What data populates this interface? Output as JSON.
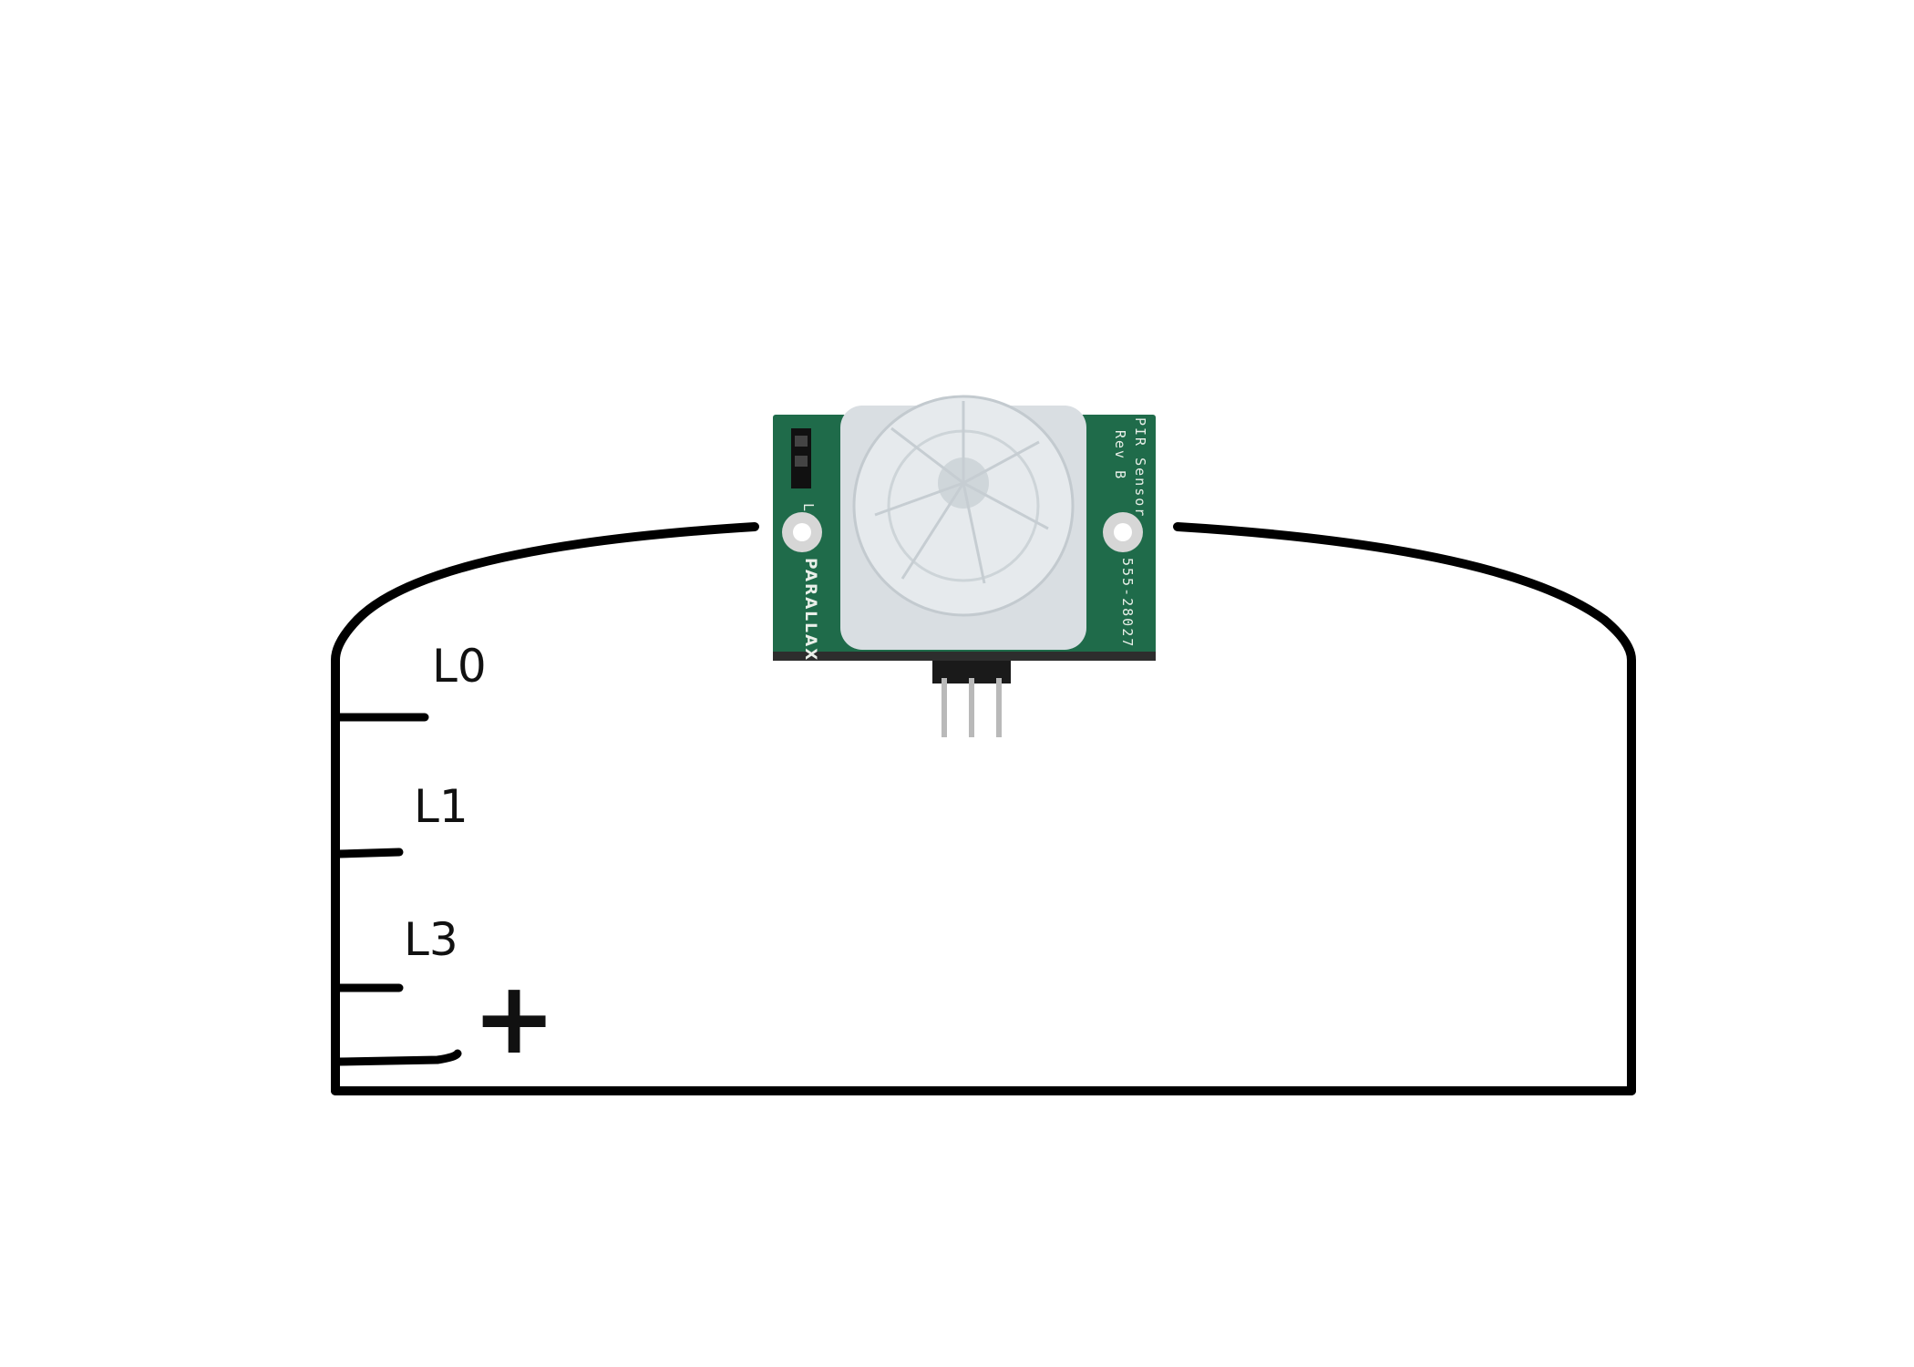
{
  "diagram": {
    "level_labels": [
      "L0",
      "L1",
      "L3"
    ],
    "plus_symbol": "+"
  },
  "sensor_board": {
    "title_line1": "PIR Sensor",
    "title_line2": "Rev  B",
    "part_number": "555-28027",
    "brand": "PARALLAX",
    "jumper_label": "L",
    "board_color": "#1f6b4a",
    "lens_color": "#dde2e6"
  },
  "colors": {
    "line": "#000000",
    "background": "#ffffff"
  }
}
